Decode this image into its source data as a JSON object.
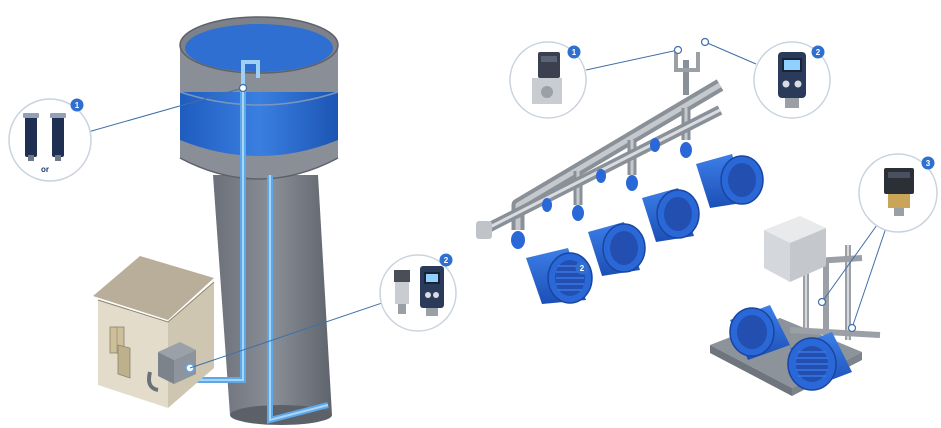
{
  "colors": {
    "water": "#2d6fd1",
    "pipe_blue": "#6aaee6",
    "tower_grey": "#7b8088",
    "motor_blue": "#2a68d8",
    "badge_blue": "#2f6fcf",
    "callout_border": "#c9d3dd"
  },
  "callouts": {
    "level_sensor": {
      "badge": "1",
      "or_label": "or",
      "icon": "photoelectric-sensor-icon"
    },
    "tower_pressure": {
      "badge": "2",
      "icon": "pressure-sensor-icon"
    },
    "manifold_switch": {
      "badge": "1",
      "icon": "pressure-switch-icon"
    },
    "manifold_pressure": {
      "badge": "2",
      "icon": "digital-pressure-sensor-icon"
    },
    "booster_switch": {
      "badge": "3",
      "icon": "pressure-switch-icon"
    }
  },
  "pump_labels": {
    "front_pump": "2"
  }
}
